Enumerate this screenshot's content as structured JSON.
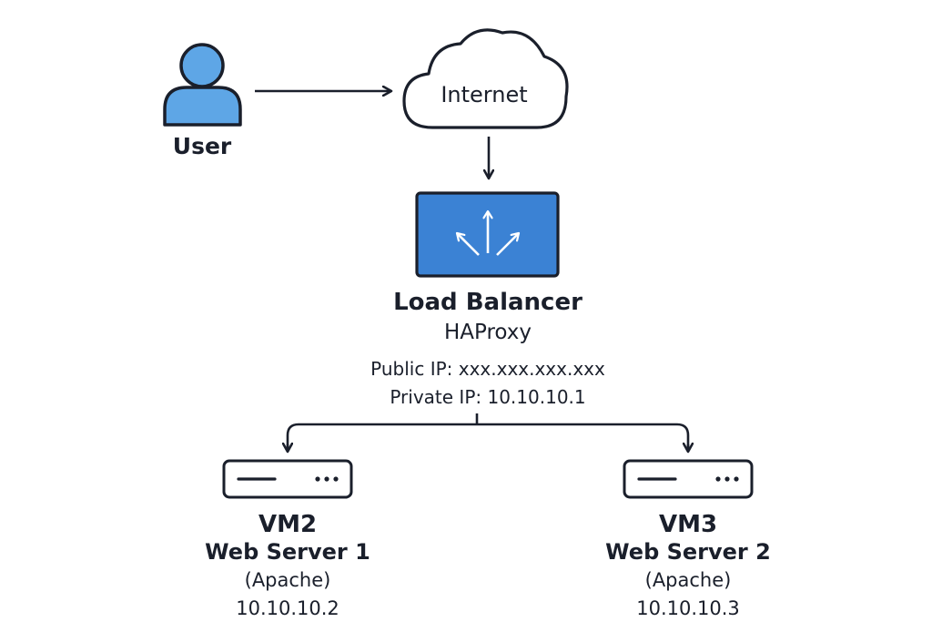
{
  "colors": {
    "stroke": "#1a1f2b",
    "user_fill": "#5ea6e6",
    "lb_fill": "#3b82d4",
    "lb_arrows": "#ffffff",
    "background": "#ffffff"
  },
  "nodes": {
    "user": {
      "label": "User",
      "icon": "user-icon"
    },
    "internet": {
      "label": "Internet",
      "icon": "cloud-icon"
    },
    "load_balancer": {
      "title": "Load Balancer",
      "software": "HAProxy",
      "public_ip": "Public IP: xxx.xxx.xxx.xxx",
      "private_ip": "Private IP: 10.10.10.1",
      "icon": "load-balancer-icon"
    },
    "vm2": {
      "name": "VM2",
      "role": "Web Server 1",
      "software": "(Apache)",
      "ip": "10.10.10.2",
      "icon": "server-icon"
    },
    "vm3": {
      "name": "VM3",
      "role": "Web Server 2",
      "software": "(Apache)",
      "ip": "10.10.10.3",
      "icon": "server-icon"
    }
  },
  "connections": [
    {
      "from": "user",
      "to": "internet"
    },
    {
      "from": "internet",
      "to": "load_balancer"
    },
    {
      "from": "load_balancer",
      "to": "vm2"
    },
    {
      "from": "load_balancer",
      "to": "vm3"
    }
  ]
}
